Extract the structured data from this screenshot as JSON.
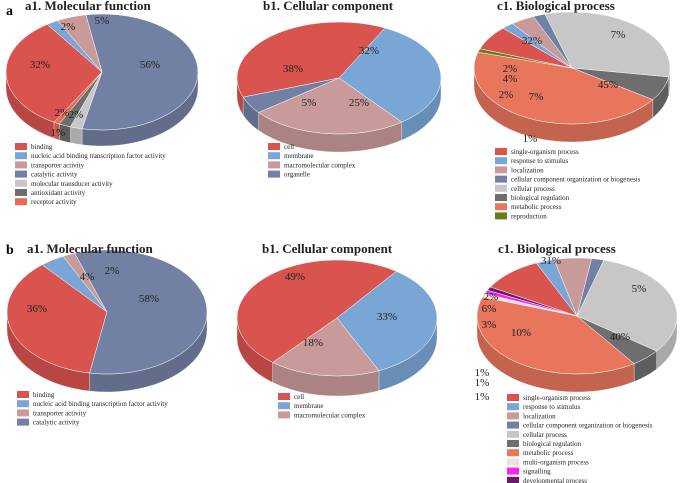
{
  "panels": {
    "a": "a",
    "b": "b"
  },
  "chart_data": [
    {
      "type": "pie",
      "title": "a1. Molecular function",
      "labels": [
        "binding",
        "nucleic acid binding transcription factor activity",
        "transporter  activity",
        "catalytic activity",
        "molecular transducer activity",
        "antioxidant activity",
        "receptor activity"
      ],
      "values": [
        32,
        2,
        5,
        56,
        2,
        2,
        1
      ],
      "value_labels": [
        "32%",
        "2%",
        "5%",
        "56%",
        "2%",
        "2%",
        "1%"
      ],
      "colors": [
        "#d9534f",
        "#7aa6d6",
        "#c99a9a",
        "#7280a4",
        "#c7c7c7",
        "#6e6e6e",
        "#e86b56"
      ]
    },
    {
      "type": "pie",
      "title": "b1. Cellular component",
      "labels": [
        "cell",
        "membrane",
        "macromolecular complex",
        "organelle"
      ],
      "values": [
        38,
        32,
        25,
        5
      ],
      "value_labels": [
        "38%",
        "32%",
        "25%",
        "5%"
      ],
      "colors": [
        "#d9534f",
        "#7aa6d6",
        "#c99a9a",
        "#7280a4"
      ]
    },
    {
      "type": "pie",
      "title": "c1. Biological process",
      "labels": [
        "single-organism process",
        "response to stimulus",
        "localization",
        "cellular component organization or biogenesis",
        "cellular process",
        "biological  regulation",
        "metabolic process",
        "reproduction"
      ],
      "values": [
        7,
        2,
        4,
        2,
        32,
        7,
        45,
        1
      ],
      "value_labels": [
        "7%",
        "2%",
        "4%",
        "2%",
        "32%",
        "7%",
        "45%",
        "1%"
      ],
      "colors": [
        "#d9534f",
        "#7aa6d6",
        "#c99a9a",
        "#7280a4",
        "#c7c7c7",
        "#6e6e6e",
        "#e8765c",
        "#6b7a1a"
      ]
    },
    {
      "type": "pie",
      "title": "a1. Molecular function",
      "labels": [
        "binding",
        "nucleic acid binding transcription factor activity",
        "transporter  activity",
        "catalytic activity"
      ],
      "values": [
        36,
        4,
        2,
        58
      ],
      "value_labels": [
        "36%",
        "4%",
        "2%",
        "58%"
      ],
      "colors": [
        "#d9534f",
        "#7aa6d6",
        "#c99a9a",
        "#7280a4"
      ]
    },
    {
      "type": "pie",
      "title": "b1. Cellular component",
      "labels": [
        "cell",
        "membrane",
        "macromolecular complex"
      ],
      "values": [
        49,
        33,
        18
      ],
      "value_labels": [
        "49%",
        "33%",
        "18%"
      ],
      "colors": [
        "#d9534f",
        "#7aa6d6",
        "#c99a9a"
      ]
    },
    {
      "type": "pie",
      "title": "c1. Biological process",
      "labels": [
        "single-organism process",
        "response to stimulus",
        "localization",
        "cellular  component organization or biogenesis",
        "cellular process",
        "biological regulation",
        "metabolic process",
        "multi-organism process",
        "signalling",
        "developmental process"
      ],
      "values": [
        10,
        3,
        6,
        2,
        31,
        5,
        40,
        1,
        1,
        1
      ],
      "value_labels": [
        "10%",
        "3%",
        "6%",
        "2%",
        "31%",
        "5%",
        "40%",
        "1%",
        "1%",
        "1%"
      ],
      "colors": [
        "#d9534f",
        "#7aa6d6",
        "#c99a9a",
        "#7280a4",
        "#c7c7c7",
        "#6e6e6e",
        "#e8765c",
        "#f3dede",
        "#ff22ee",
        "#6a1a6a"
      ]
    }
  ]
}
